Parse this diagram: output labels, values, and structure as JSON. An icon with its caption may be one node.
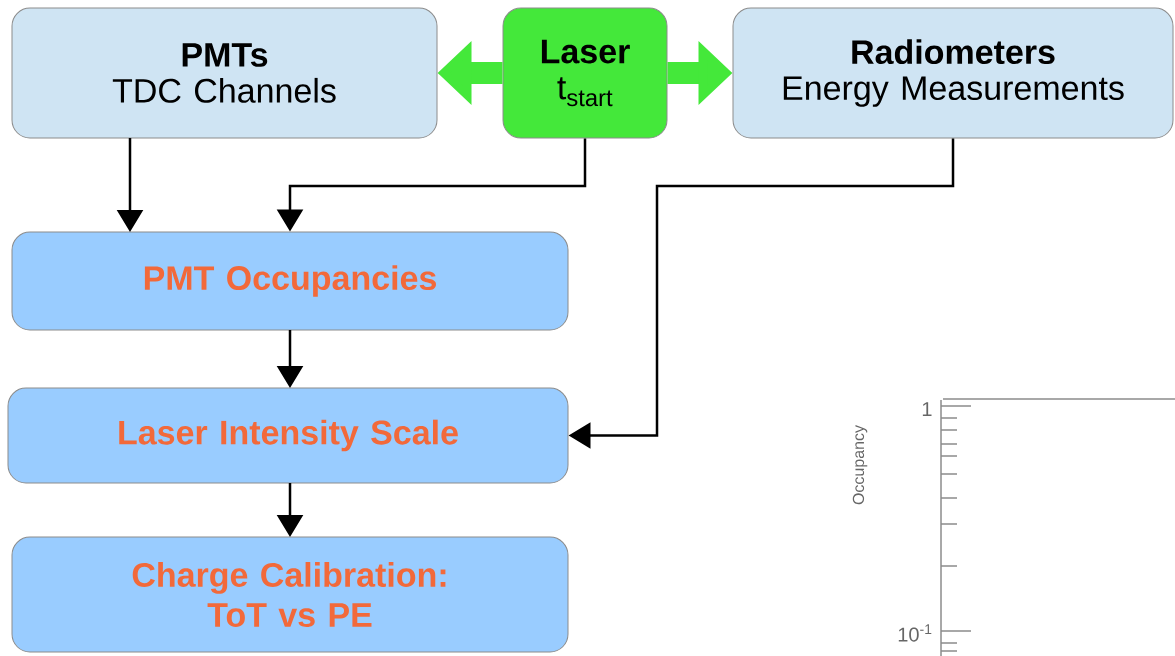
{
  "diagram": {
    "nodes": [
      {
        "text": [
          "PMTs",
          "TDC Channels"
        ]
      },
      {
        "text": [
          "Laser",
          "t$_{start}$"
        ]
      },
      {
        "text": [
          "Radiometers",
          "Energy Measurements"
        ]
      },
      {
        "text": [
          "PMT Occupancies"
        ]
      },
      {
        "text": [
          "Laser Intensity Scale"
        ]
      },
      {
        "text": [
          "Charge Calibration: ToT vs PE"
        ]
      }
    ],
    "edges": [
      {
        "from": 1,
        "to": 0,
        "arrow": "to",
        "style": "thick",
        "color": "#44e83a"
      },
      {
        "from": 1,
        "to": 2,
        "arrow": "to",
        "style": "thick",
        "color": "#44e83a"
      },
      {
        "from": 0,
        "to": 3,
        "arrow": "to"
      },
      {
        "from": 1,
        "to": 3,
        "arrow": "to"
      },
      {
        "from": 3,
        "to": 4,
        "arrow": "to"
      },
      {
        "from": 2,
        "to": 4,
        "arrow": "to"
      },
      {
        "from": 4,
        "to": 5,
        "arrow": "to"
      }
    ],
    "labels": [
      "Occupancy",
      "1",
      "10$^{-1}$"
    ]
  }
}
